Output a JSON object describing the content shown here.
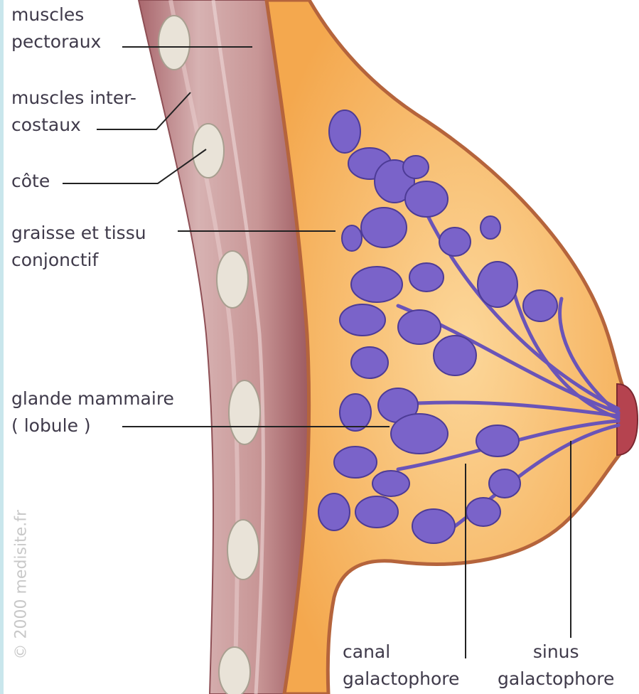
{
  "labels": {
    "pectoral": [
      "muscles",
      "pectoraux"
    ],
    "intercostal": [
      "muscles inter-",
      "costaux"
    ],
    "rib": [
      "côte"
    ],
    "fat": [
      "graisse et tissu",
      "conjonctif"
    ],
    "gland": [
      "glande mammaire",
      "( lobule )"
    ],
    "duct": [
      "canal",
      "galactophore"
    ],
    "sinus": [
      "sinus",
      "galactophore"
    ]
  },
  "watermark": "© 2000 medisite.fr",
  "colors": {
    "muscle": "#c9999b",
    "muscle_dark": "#8e4f55",
    "fat": "#f6b25a",
    "fat_light": "#fcd79a",
    "gland": "#7a63c9",
    "gland_dark": "#4d3b96",
    "rib": "#e9e3d8",
    "skin_line": "#b5643c",
    "leader": "#222222"
  }
}
